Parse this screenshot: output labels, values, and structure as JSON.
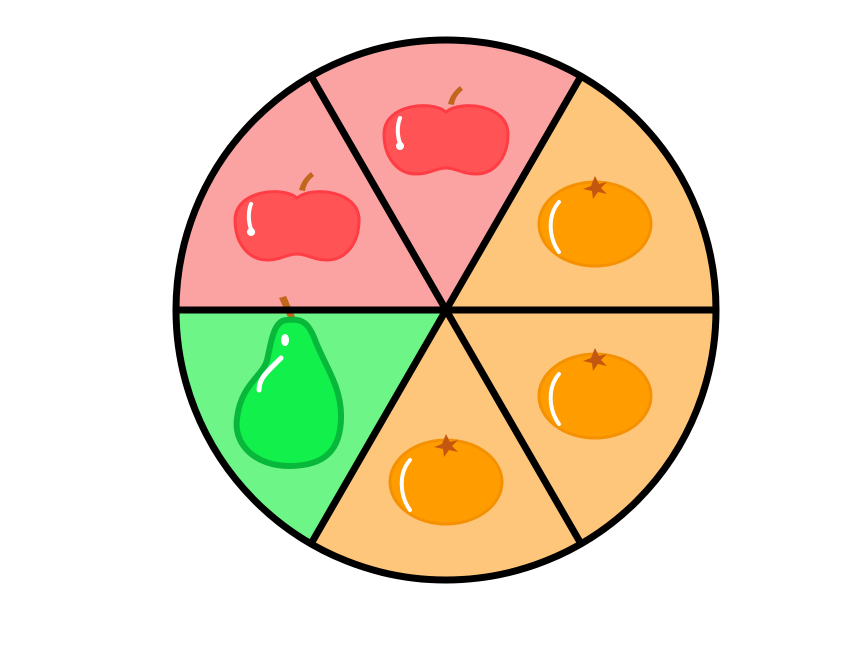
{
  "spinner": {
    "sections": [
      {
        "fruit": "apple",
        "color": "#fba3a3"
      },
      {
        "fruit": "orange",
        "color": "#fdc67a"
      },
      {
        "fruit": "orange",
        "color": "#fdc67a"
      },
      {
        "fruit": "orange",
        "color": "#fdc67a"
      },
      {
        "fruit": "pear",
        "color": "#6ef587"
      },
      {
        "fruit": "apple",
        "color": "#fba3a3"
      }
    ],
    "outline_color": "#000000"
  },
  "icons": {
    "apple": {
      "icon": "apple-icon",
      "color": "#ff5356"
    },
    "orange": {
      "icon": "orange-icon",
      "color": "#ff9c00"
    },
    "pear": {
      "icon": "pear-icon",
      "color": "#12f04b"
    }
  }
}
